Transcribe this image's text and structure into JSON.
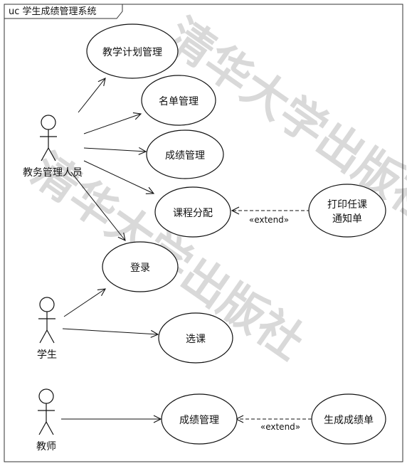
{
  "frame": {
    "title": "uc 学生成绩管理系统"
  },
  "watermark": "清华大学出版社",
  "actors": [
    {
      "id": "admin",
      "label": "教务管理人员"
    },
    {
      "id": "student",
      "label": "学生"
    },
    {
      "id": "teacher",
      "label": "教师"
    }
  ],
  "use_cases": [
    {
      "id": "plan",
      "label": "教学计划管理"
    },
    {
      "id": "roster",
      "label": "名单管理"
    },
    {
      "id": "grades1",
      "label": "成绩管理"
    },
    {
      "id": "assign",
      "label": "课程分配"
    },
    {
      "id": "print",
      "lines": [
        "打印任课",
        "通知单"
      ]
    },
    {
      "id": "login",
      "label": "登录"
    },
    {
      "id": "select",
      "label": "选课"
    },
    {
      "id": "grades2",
      "label": "成绩管理"
    },
    {
      "id": "report",
      "label": "生成成绩单"
    }
  ],
  "extend_label": "«extend»"
}
